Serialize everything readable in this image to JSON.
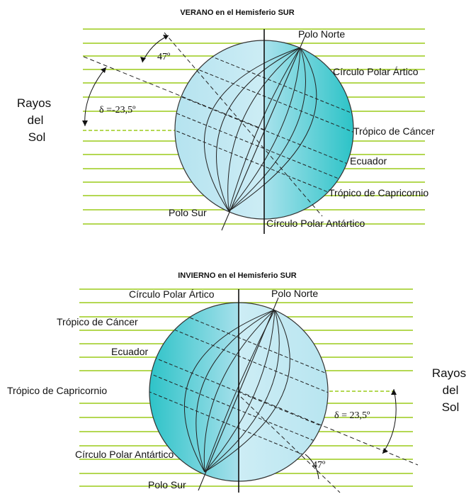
{
  "diagram_top": {
    "title": "VERANO en el Hemisferio SUR",
    "rays_label": [
      "Rayos",
      "del",
      "Sol"
    ],
    "angle_label": "47º",
    "declination_label": "δ =-23,5º",
    "labels": {
      "north_pole": "Polo Norte",
      "arctic_circle": "Círculo Polar Ártico",
      "tropic_cancer": "Trópico de Cáncer",
      "equator": "Ecuador",
      "tropic_capricorn": "Trópico de Capricornio",
      "south_pole": "Polo Sur",
      "antarctic_circle": "Círculo Polar Antártico"
    }
  },
  "diagram_bottom": {
    "title": "INVIERNO en el Hemisferio SUR",
    "rays_label": [
      "Rayos",
      "del",
      "Sol"
    ],
    "angle_label": "47º",
    "declination_label": "δ = 23,5º",
    "labels": {
      "arctic_circle": "Círculo Polar Ártico",
      "north_pole": "Polo Norte",
      "tropic_cancer": "Trópico de Cáncer",
      "equator": "Ecuador",
      "tropic_capricorn": "Trópico de Capricornio",
      "antarctic_circle": "Círculo Polar Antártico",
      "south_pole": "Polo Sur"
    }
  },
  "colors": {
    "rays": "#9ccc1a",
    "globe_light": "#d6f1f8",
    "globe_mid": "#8fd6e6",
    "globe_dark": "#2ec4c8",
    "lines": "#222222"
  }
}
